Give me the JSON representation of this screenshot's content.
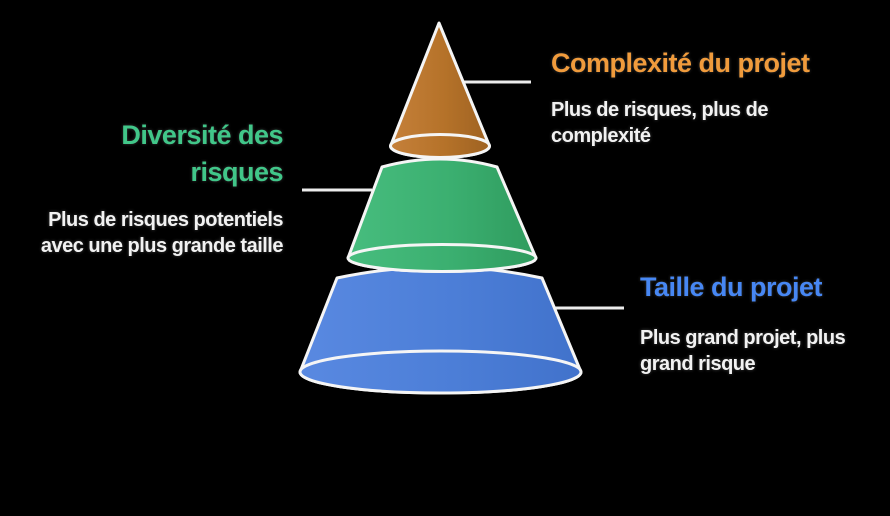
{
  "diagram": {
    "kind": "3-level cone / pyramid risk diagram",
    "background_color": "#000000",
    "outline_color": "#F5F5F5",
    "connector_color": "#ECECEC",
    "description_text_color": "#F2F2F2",
    "levels": [
      {
        "id": "complexity",
        "position": "top",
        "title": "Complexité du projet",
        "title_lines": [
          "Complexité du projet"
        ],
        "desc_lines": [
          "Plus de risques, plus de",
          "complexité"
        ],
        "title_color": "#F09B3C",
        "cone_fill_light": "#C5803A",
        "cone_fill_dark": "#9E6222",
        "label_side": "right"
      },
      {
        "id": "diversity",
        "position": "middle",
        "title": "Diversité des risques",
        "title_lines": [
          "Diversité des",
          "risques"
        ],
        "desc_lines": [
          "Plus de risques potentiels",
          "avec une plus grande taille"
        ],
        "title_color": "#41C689",
        "cone_fill_light": "#47BD7E",
        "cone_fill_dark": "#2F9B5E",
        "label_side": "left"
      },
      {
        "id": "size",
        "position": "bottom",
        "title": "Taille du projet",
        "title_lines": [
          "Taille du projet"
        ],
        "desc_lines": [
          "Plus grand projet, plus",
          "grand risque"
        ],
        "title_color": "#4787F3",
        "cone_fill_light": "#5989E1",
        "cone_fill_dark": "#4172CB",
        "label_side": "right"
      }
    ]
  }
}
